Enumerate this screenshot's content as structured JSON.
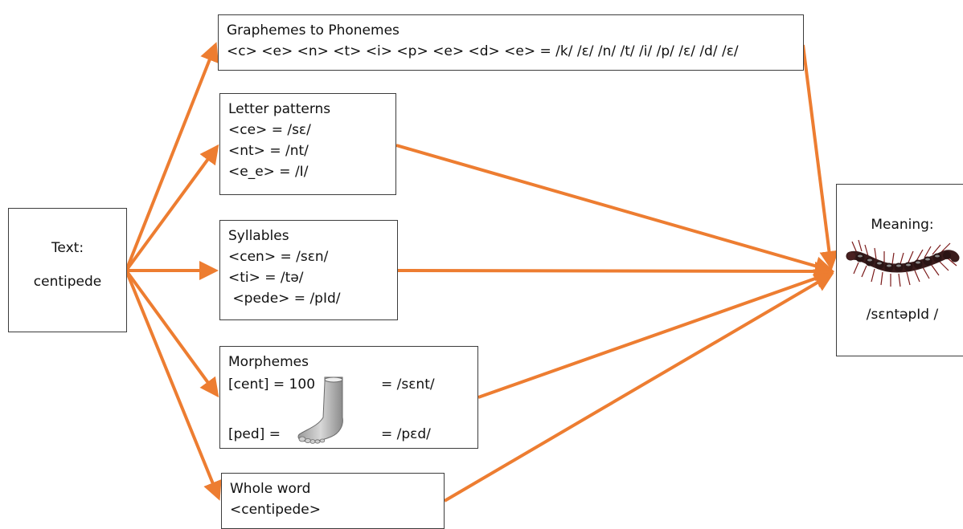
{
  "text_box": {
    "label": "Text:",
    "word": "centipede"
  },
  "graphemes": {
    "title": "Graphemes to Phonemes",
    "line": "<c> <e> <n> <t> <i> <p> <e> <d> <e> = /k/ /ɛ/ /n/ /t/ /i/ /p/ /ɛ/ /d/ /ɛ/"
  },
  "letter_patterns": {
    "title": "Letter patterns",
    "lines": [
      "<ce> = /sɛ/",
      "<nt> = /nt/",
      "<e_e> = /I/"
    ]
  },
  "syllables": {
    "title": "Syllables",
    "lines": [
      "<cen> = /sɛn/",
      "<ti> = /tə/",
      " <pede> = /pId/"
    ]
  },
  "morphemes": {
    "title": "Morphemes",
    "row1_left": "[cent] = 100",
    "row1_right": "= /sɛnt/",
    "row2_left": "[ped] =",
    "row2_right": "= /pɛd/",
    "foot_icon": "foot-icon"
  },
  "whole_word": {
    "title": "Whole word",
    "line": "<centipede>"
  },
  "meaning": {
    "label": "Meaning:",
    "pronunciation": "/sɛntəpId /",
    "centipede_icon": "centipede-icon"
  },
  "colors": {
    "arrow": "#ed7d31",
    "box_border": "#3c3c3c"
  }
}
